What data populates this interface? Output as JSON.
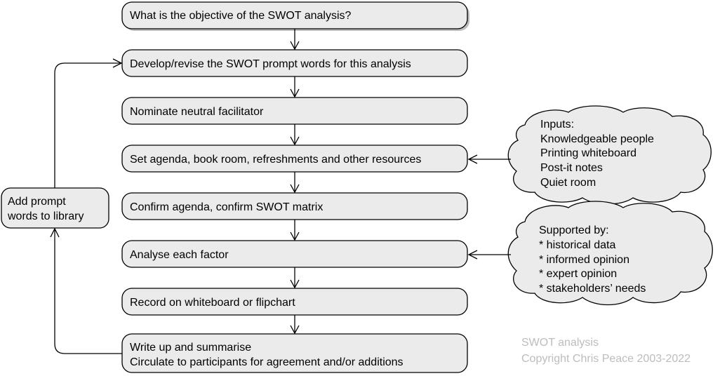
{
  "steps": [
    {
      "lines": [
        "What is the objective of the SWOT analysis?"
      ]
    },
    {
      "lines": [
        "Develop/revise the SWOT prompt words for this analysis"
      ]
    },
    {
      "lines": [
        "Nominate neutral facilitator"
      ]
    },
    {
      "lines": [
        "Set agenda, book room, refreshments and other resources"
      ]
    },
    {
      "lines": [
        "Confirm agenda, confirm SWOT matrix"
      ]
    },
    {
      "lines": [
        "Analyse each factor"
      ]
    },
    {
      "lines": [
        "Record on whiteboard or flipchart"
      ]
    },
    {
      "lines": [
        "Write up and summarise",
        "Circulate to participants for agreement and/or additions"
      ]
    }
  ],
  "side_box": {
    "lines": [
      "Add prompt",
      "words to library"
    ]
  },
  "inputs_cloud": {
    "lines": [
      "Inputs:",
      "Knowledgeable people",
      "Printing whiteboard",
      "Post-it notes",
      "Quiet room"
    ]
  },
  "supported_cloud": {
    "lines": [
      "Supported by:",
      "* historical data",
      "* informed opinion",
      "* expert opinion",
      "* stakeholders’ needs"
    ]
  },
  "credit": {
    "line1": "SWOT analysis",
    "line2": "Copyright Chris Peace 2003-2022"
  },
  "colors": {
    "box_fill": "#ebebeb",
    "credit_text": "#bdbdbd"
  }
}
